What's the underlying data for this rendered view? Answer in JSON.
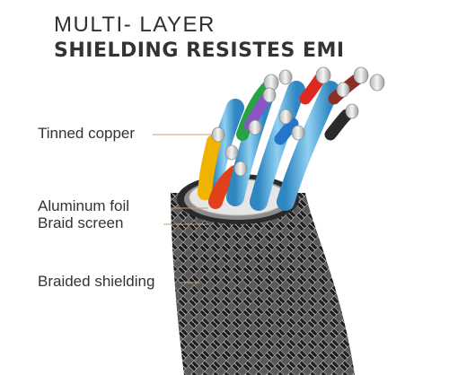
{
  "headline": {
    "line1": "MULTI- LAYER",
    "line2": "SHIELDING RESISTES EMI"
  },
  "callouts": {
    "tinned_copper": "Tinned copper",
    "aluminum_foil": "Aluminum foil",
    "braid_screen": "Braid screen",
    "braided_shielding": "Braided shielding"
  },
  "colors": {
    "callout_line": "#c9a274",
    "jacket_blue": "#4fa6d8",
    "braid_dark": "#2b2b2b",
    "foil_silver": "#d9d9d9"
  }
}
